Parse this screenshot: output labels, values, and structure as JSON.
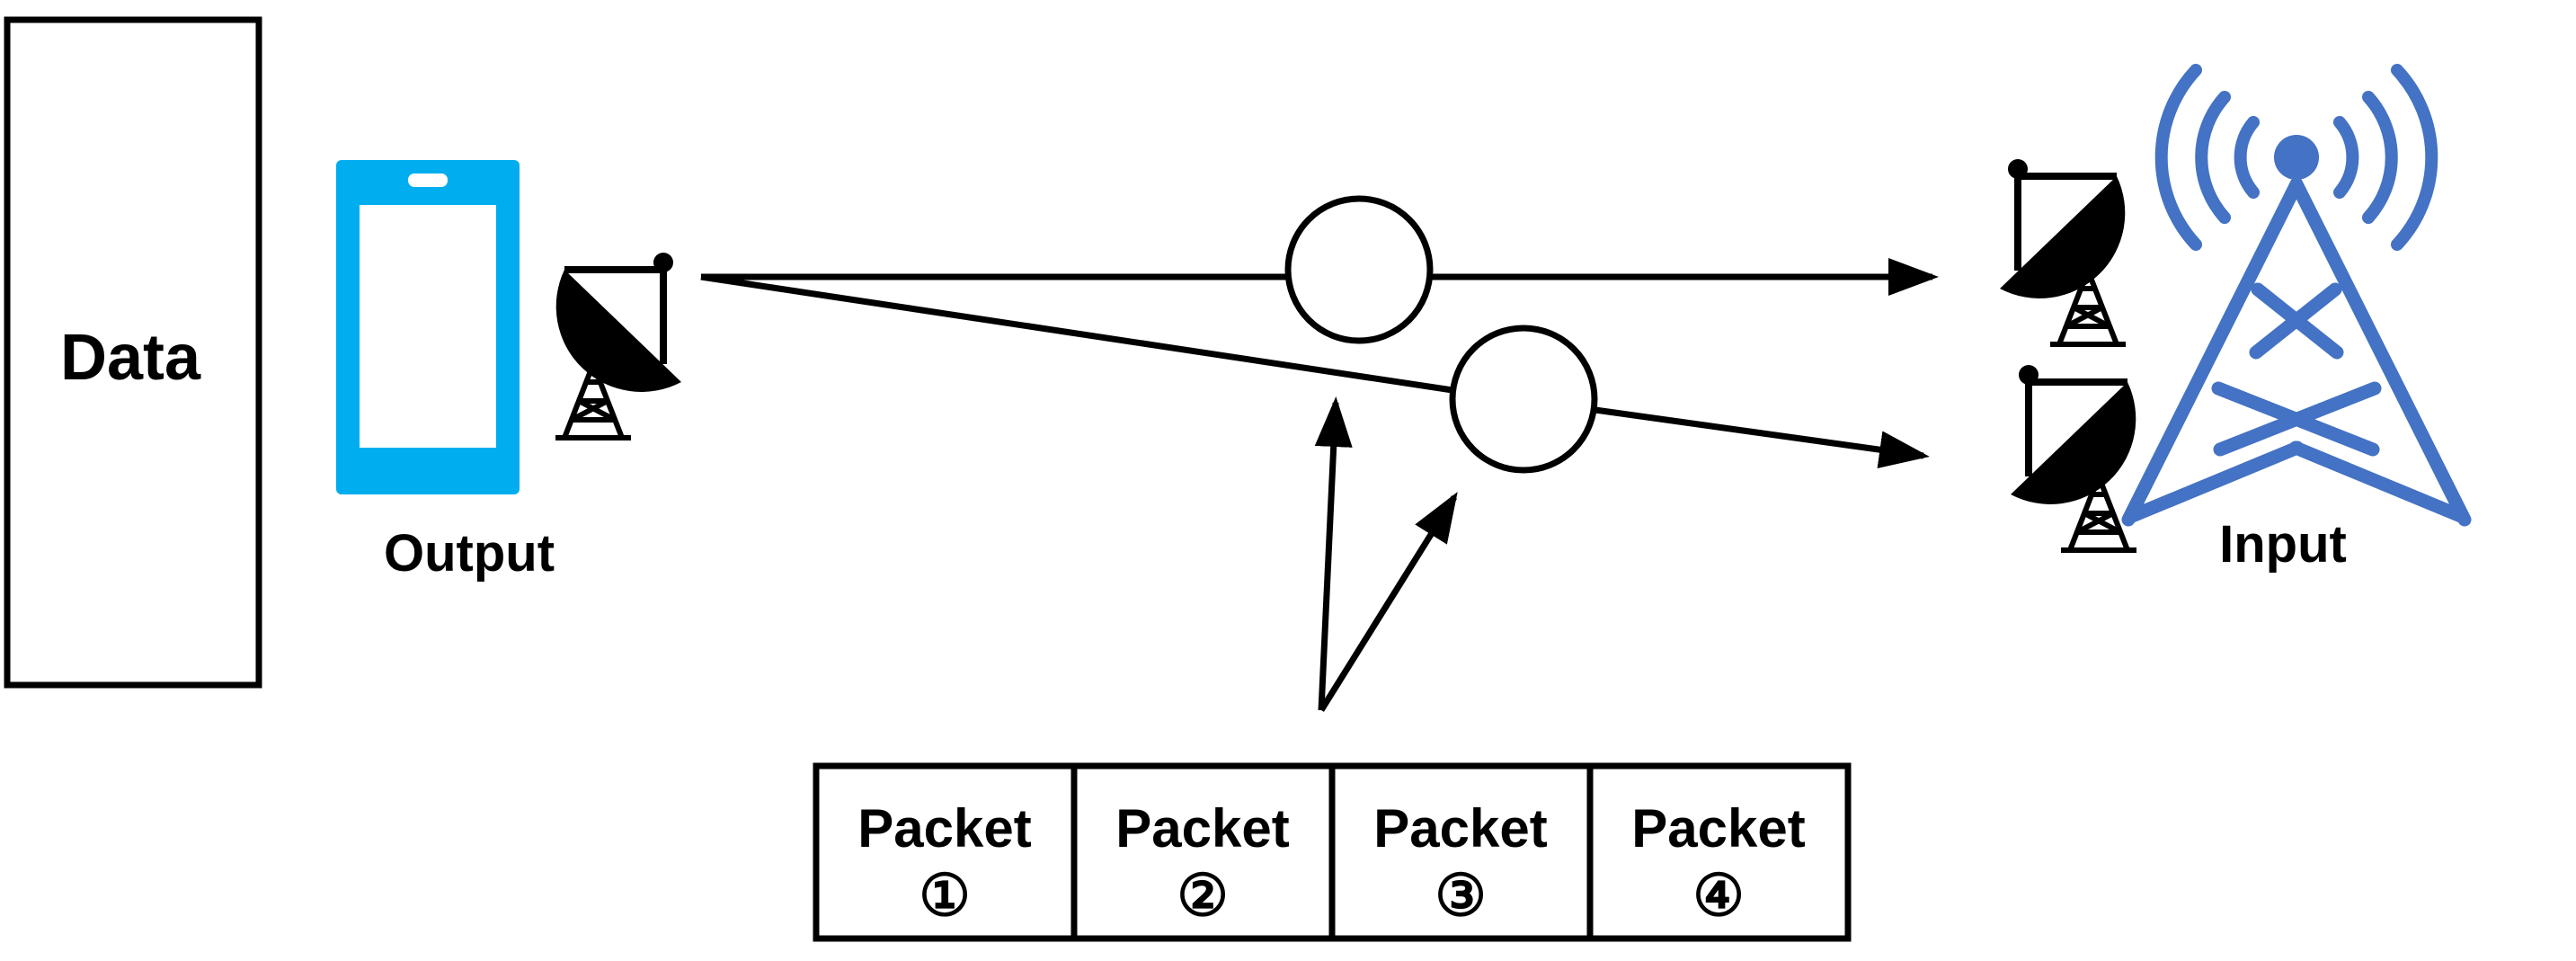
{
  "data_box": {
    "label": "Data"
  },
  "output": {
    "label": "Output"
  },
  "input": {
    "label": "Input"
  },
  "packets": [
    {
      "label": "Packet",
      "number": "①"
    },
    {
      "label": "Packet",
      "number": "②"
    },
    {
      "label": "Packet",
      "number": "③"
    },
    {
      "label": "Packet",
      "number": "④"
    }
  ],
  "colors": {
    "phone": "#00AEEF",
    "tower": "#4472C4",
    "line": "#000000"
  }
}
